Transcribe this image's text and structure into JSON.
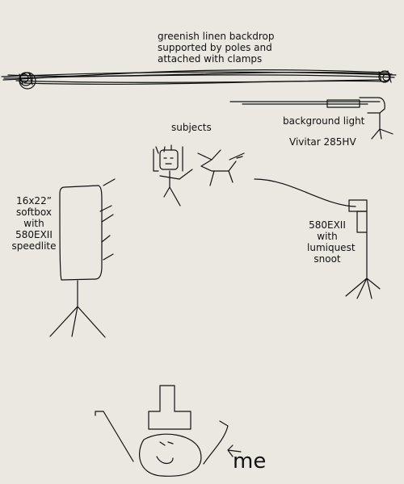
{
  "labels": {
    "backdrop": [
      "greenish linen backdrop",
      "supported by poles and",
      "attached with clamps"
    ],
    "background_light": "background light",
    "vivitar": "Vivitar 285HV",
    "subjects": "subjects",
    "softbox": [
      "16x22”",
      "softbox",
      "with",
      "580EXII",
      "speedlite"
    ],
    "snoot": [
      "580EXII",
      "with",
      "lumiquest",
      "snoot"
    ],
    "me": "me"
  },
  "colors": {
    "background": "#ebe8e1",
    "ink": "#111111"
  }
}
